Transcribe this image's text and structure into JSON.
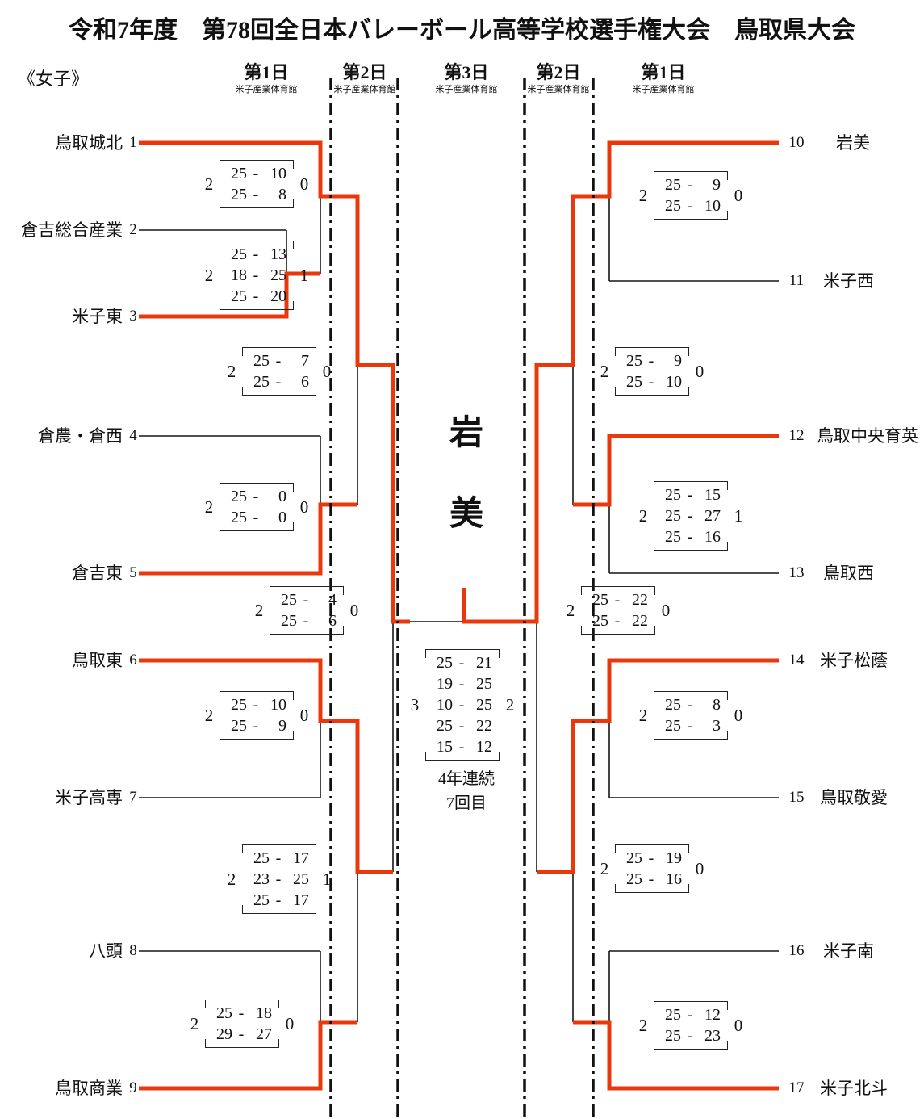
{
  "title": "令和7年度　第78回全日本バレーボール高等学校選手権大会　鳥取県大会",
  "category_label": "《女子》",
  "glyphs": {
    "dash": "-"
  },
  "days": [
    {
      "label": "第1日",
      "venue": "米子産業体育館"
    },
    {
      "label": "第2日",
      "venue": "米子産業体育館"
    },
    {
      "label": "第3日",
      "venue": "米子産業体育館"
    },
    {
      "label": "第2日",
      "venue": "米子産業体育館"
    },
    {
      "label": "第1日",
      "venue": "米子産業体育館"
    }
  ],
  "teams": {
    "left": [
      {
        "seed": "1",
        "name": "鳥取城北"
      },
      {
        "seed": "2",
        "name": "倉吉総合産業"
      },
      {
        "seed": "3",
        "name": "米子東"
      },
      {
        "seed": "4",
        "name": "倉農・倉西"
      },
      {
        "seed": "5",
        "name": "倉吉東"
      },
      {
        "seed": "6",
        "name": "鳥取東"
      },
      {
        "seed": "7",
        "name": "米子高専"
      },
      {
        "seed": "8",
        "name": "八頭"
      },
      {
        "seed": "9",
        "name": "鳥取商業"
      }
    ],
    "right": [
      {
        "seed": "10",
        "name": "岩美"
      },
      {
        "seed": "11",
        "name": "米子西"
      },
      {
        "seed": "12",
        "name": "鳥取中央育英"
      },
      {
        "seed": "13",
        "name": "鳥取西"
      },
      {
        "seed": "14",
        "name": "米子松蔭"
      },
      {
        "seed": "15",
        "name": "鳥取敬愛"
      },
      {
        "seed": "16",
        "name": "米子南"
      },
      {
        "seed": "17",
        "name": "米子北斗"
      }
    ]
  },
  "champion": {
    "chars": [
      "岩",
      "美"
    ],
    "note1": "4年連続",
    "note2": "7回目"
  },
  "matches": {
    "l1": {
      "w": "2",
      "l": "0",
      "sets": [
        [
          "25",
          "10"
        ],
        [
          "25",
          "8"
        ]
      ]
    },
    "l2": {
      "w": "2",
      "l": "1",
      "sets": [
        [
          "25",
          "13"
        ],
        [
          "18",
          "25"
        ],
        [
          "25",
          "20"
        ]
      ]
    },
    "l3": {
      "w": "2",
      "l": "0",
      "sets": [
        [
          "25",
          "7"
        ],
        [
          "25",
          "6"
        ]
      ]
    },
    "l4": {
      "w": "2",
      "l": "0",
      "sets": [
        [
          "25",
          "0"
        ],
        [
          "25",
          "0"
        ]
      ]
    },
    "l5": {
      "w": "2",
      "l": "0",
      "sets": [
        [
          "25",
          "4"
        ],
        [
          "25",
          "6"
        ]
      ]
    },
    "l6": {
      "w": "2",
      "l": "0",
      "sets": [
        [
          "25",
          "10"
        ],
        [
          "25",
          "9"
        ]
      ]
    },
    "l7": {
      "w": "2",
      "l": "1",
      "sets": [
        [
          "25",
          "17"
        ],
        [
          "23",
          "25"
        ],
        [
          "25",
          "17"
        ]
      ]
    },
    "l8": {
      "w": "2",
      "l": "0",
      "sets": [
        [
          "25",
          "18"
        ],
        [
          "29",
          "27"
        ]
      ]
    },
    "r1": {
      "w": "2",
      "l": "0",
      "sets": [
        [
          "25",
          "9"
        ],
        [
          "25",
          "10"
        ]
      ]
    },
    "r2": {
      "w": "2",
      "l": "0",
      "sets": [
        [
          "25",
          "9"
        ],
        [
          "25",
          "10"
        ]
      ]
    },
    "r3": {
      "w": "2",
      "l": "1",
      "sets": [
        [
          "25",
          "15"
        ],
        [
          "25",
          "27"
        ],
        [
          "25",
          "16"
        ]
      ]
    },
    "r4": {
      "w": "2",
      "l": "0",
      "sets": [
        [
          "25",
          "22"
        ],
        [
          "25",
          "22"
        ]
      ]
    },
    "r5": {
      "w": "2",
      "l": "0",
      "sets": [
        [
          "25",
          "8"
        ],
        [
          "25",
          "3"
        ]
      ]
    },
    "r6": {
      "w": "2",
      "l": "0",
      "sets": [
        [
          "25",
          "19"
        ],
        [
          "25",
          "16"
        ]
      ]
    },
    "r7": {
      "w": "2",
      "l": "0",
      "sets": [
        [
          "25",
          "12"
        ],
        [
          "25",
          "23"
        ]
      ]
    },
    "final": {
      "w": "3",
      "l": "2",
      "sets": [
        [
          "25",
          "21"
        ],
        [
          "19",
          "25"
        ],
        [
          "10",
          "25"
        ],
        [
          "25",
          "22"
        ],
        [
          "15",
          "12"
        ]
      ]
    }
  },
  "colors": {
    "winner_path": "#e8380c",
    "line": "#151515"
  }
}
